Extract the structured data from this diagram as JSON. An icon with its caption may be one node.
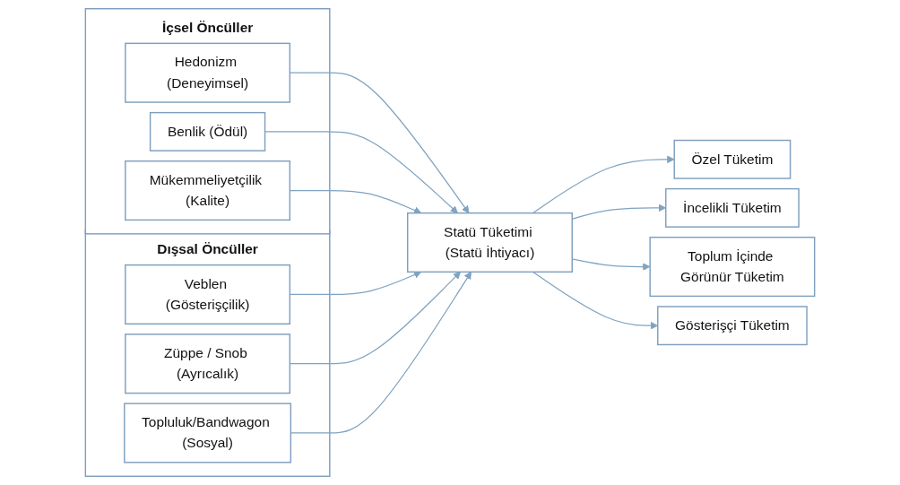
{
  "diagram": {
    "nodes": [
      {
        "text": [
          "İçsel Öncüller"
        ]
      },
      {
        "text": [
          "Hedonizm (Deneyimsel)"
        ],
        "in": 0
      },
      {
        "text": [
          "Benlik (Ödül)"
        ],
        "in": 0
      },
      {
        "text": [
          "Mükemmeliyetçilik (Kalite)"
        ],
        "in": 0
      },
      {
        "text": [
          "Dışsal Öncüller"
        ]
      },
      {
        "text": [
          "Veblen (Gösterişçilik)"
        ],
        "in": 4
      },
      {
        "text": [
          "Züppe / Snob (Ayrıcalık)"
        ],
        "in": 4
      },
      {
        "text": [
          "Topluluk/Bandwagon (Sosyal)"
        ],
        "in": 4
      },
      {
        "text": [
          "Statü Tüketimi (Statü İhtiyacı)"
        ]
      },
      {
        "text": [
          "Özel Tüketim"
        ]
      },
      {
        "text": [
          "İncelikli Tüketim"
        ]
      },
      {
        "text": [
          "Toplum İçinde Görünür Tüketim"
        ]
      },
      {
        "text": [
          "Gösterişçi Tüketim"
        ]
      }
    ],
    "edges": [
      {
        "from": 1,
        "to": 8,
        "arrow": "to"
      },
      {
        "from": 2,
        "to": 8,
        "arrow": "to"
      },
      {
        "from": 3,
        "to": 8,
        "arrow": "to"
      },
      {
        "from": 5,
        "to": 8,
        "arrow": "to"
      },
      {
        "from": 6,
        "to": 8,
        "arrow": "to"
      },
      {
        "from": 7,
        "to": 8,
        "arrow": "to"
      },
      {
        "from": 8,
        "to": 9,
        "arrow": "to"
      },
      {
        "from": 8,
        "to": 10,
        "arrow": "to"
      },
      {
        "from": 8,
        "to": 11,
        "arrow": "to"
      },
      {
        "from": 8,
        "to": 12,
        "arrow": "to"
      }
    ]
  }
}
